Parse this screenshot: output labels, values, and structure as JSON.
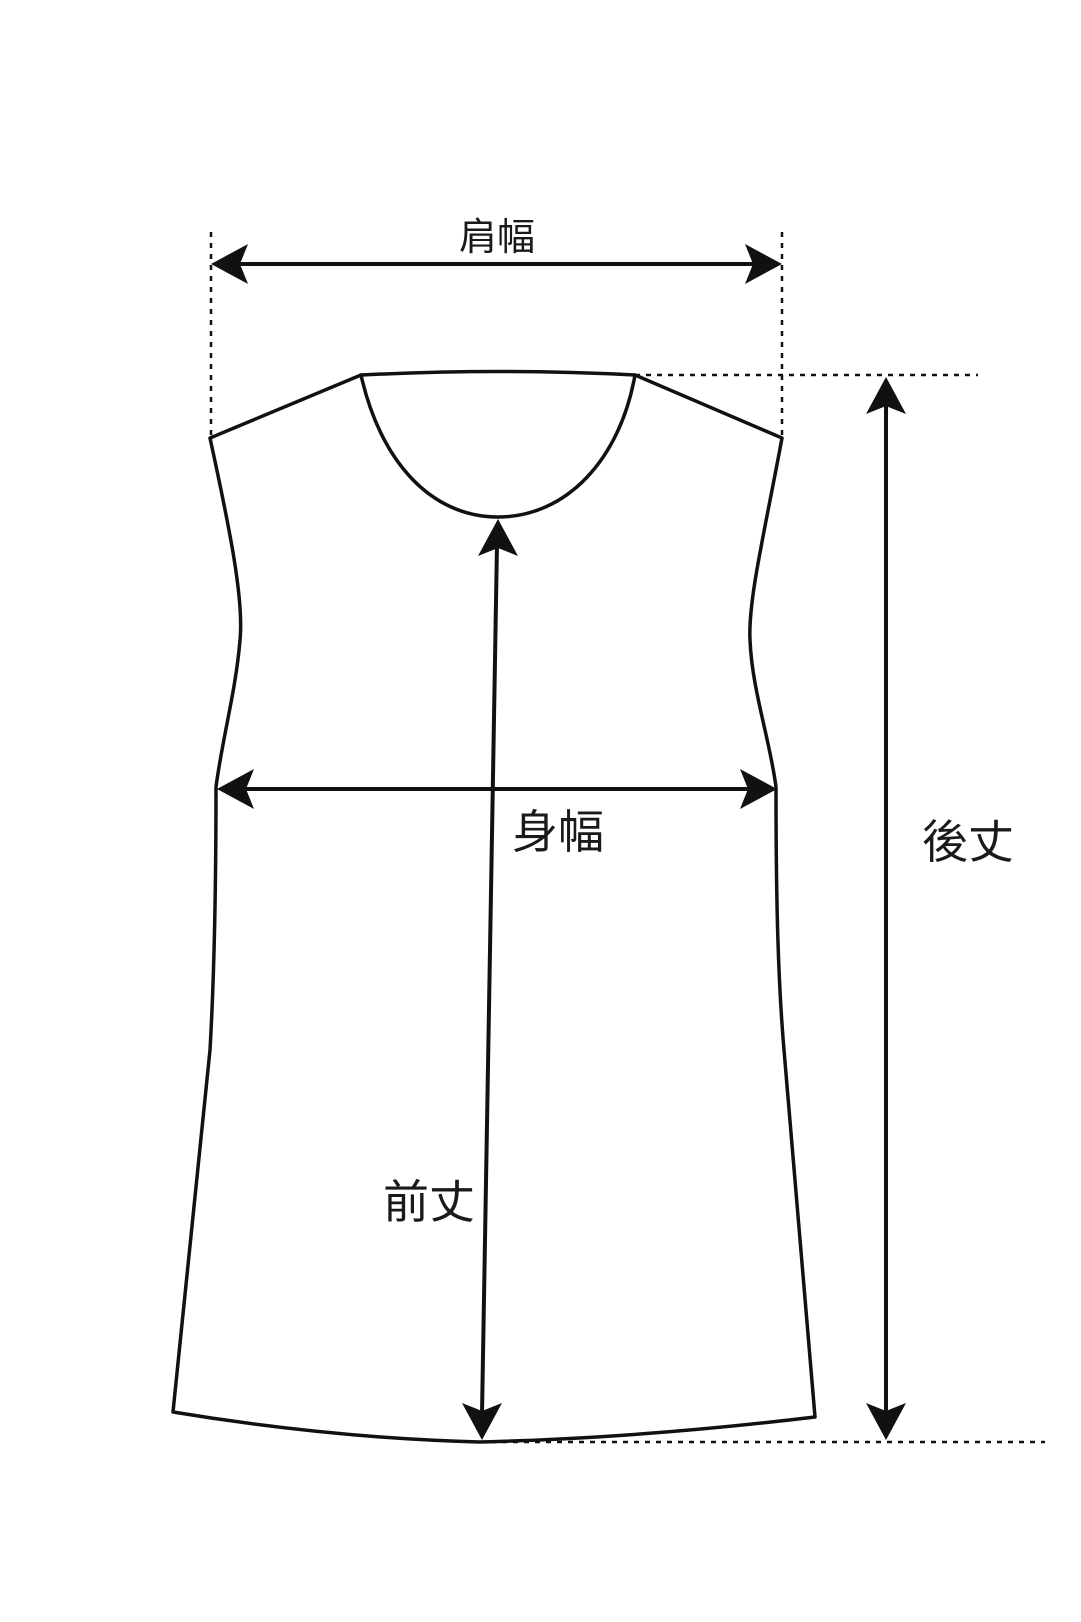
{
  "labels": {
    "shoulder_width": "肩幅",
    "body_width": "身幅",
    "back_length": "後丈",
    "front_length": "前丈"
  }
}
